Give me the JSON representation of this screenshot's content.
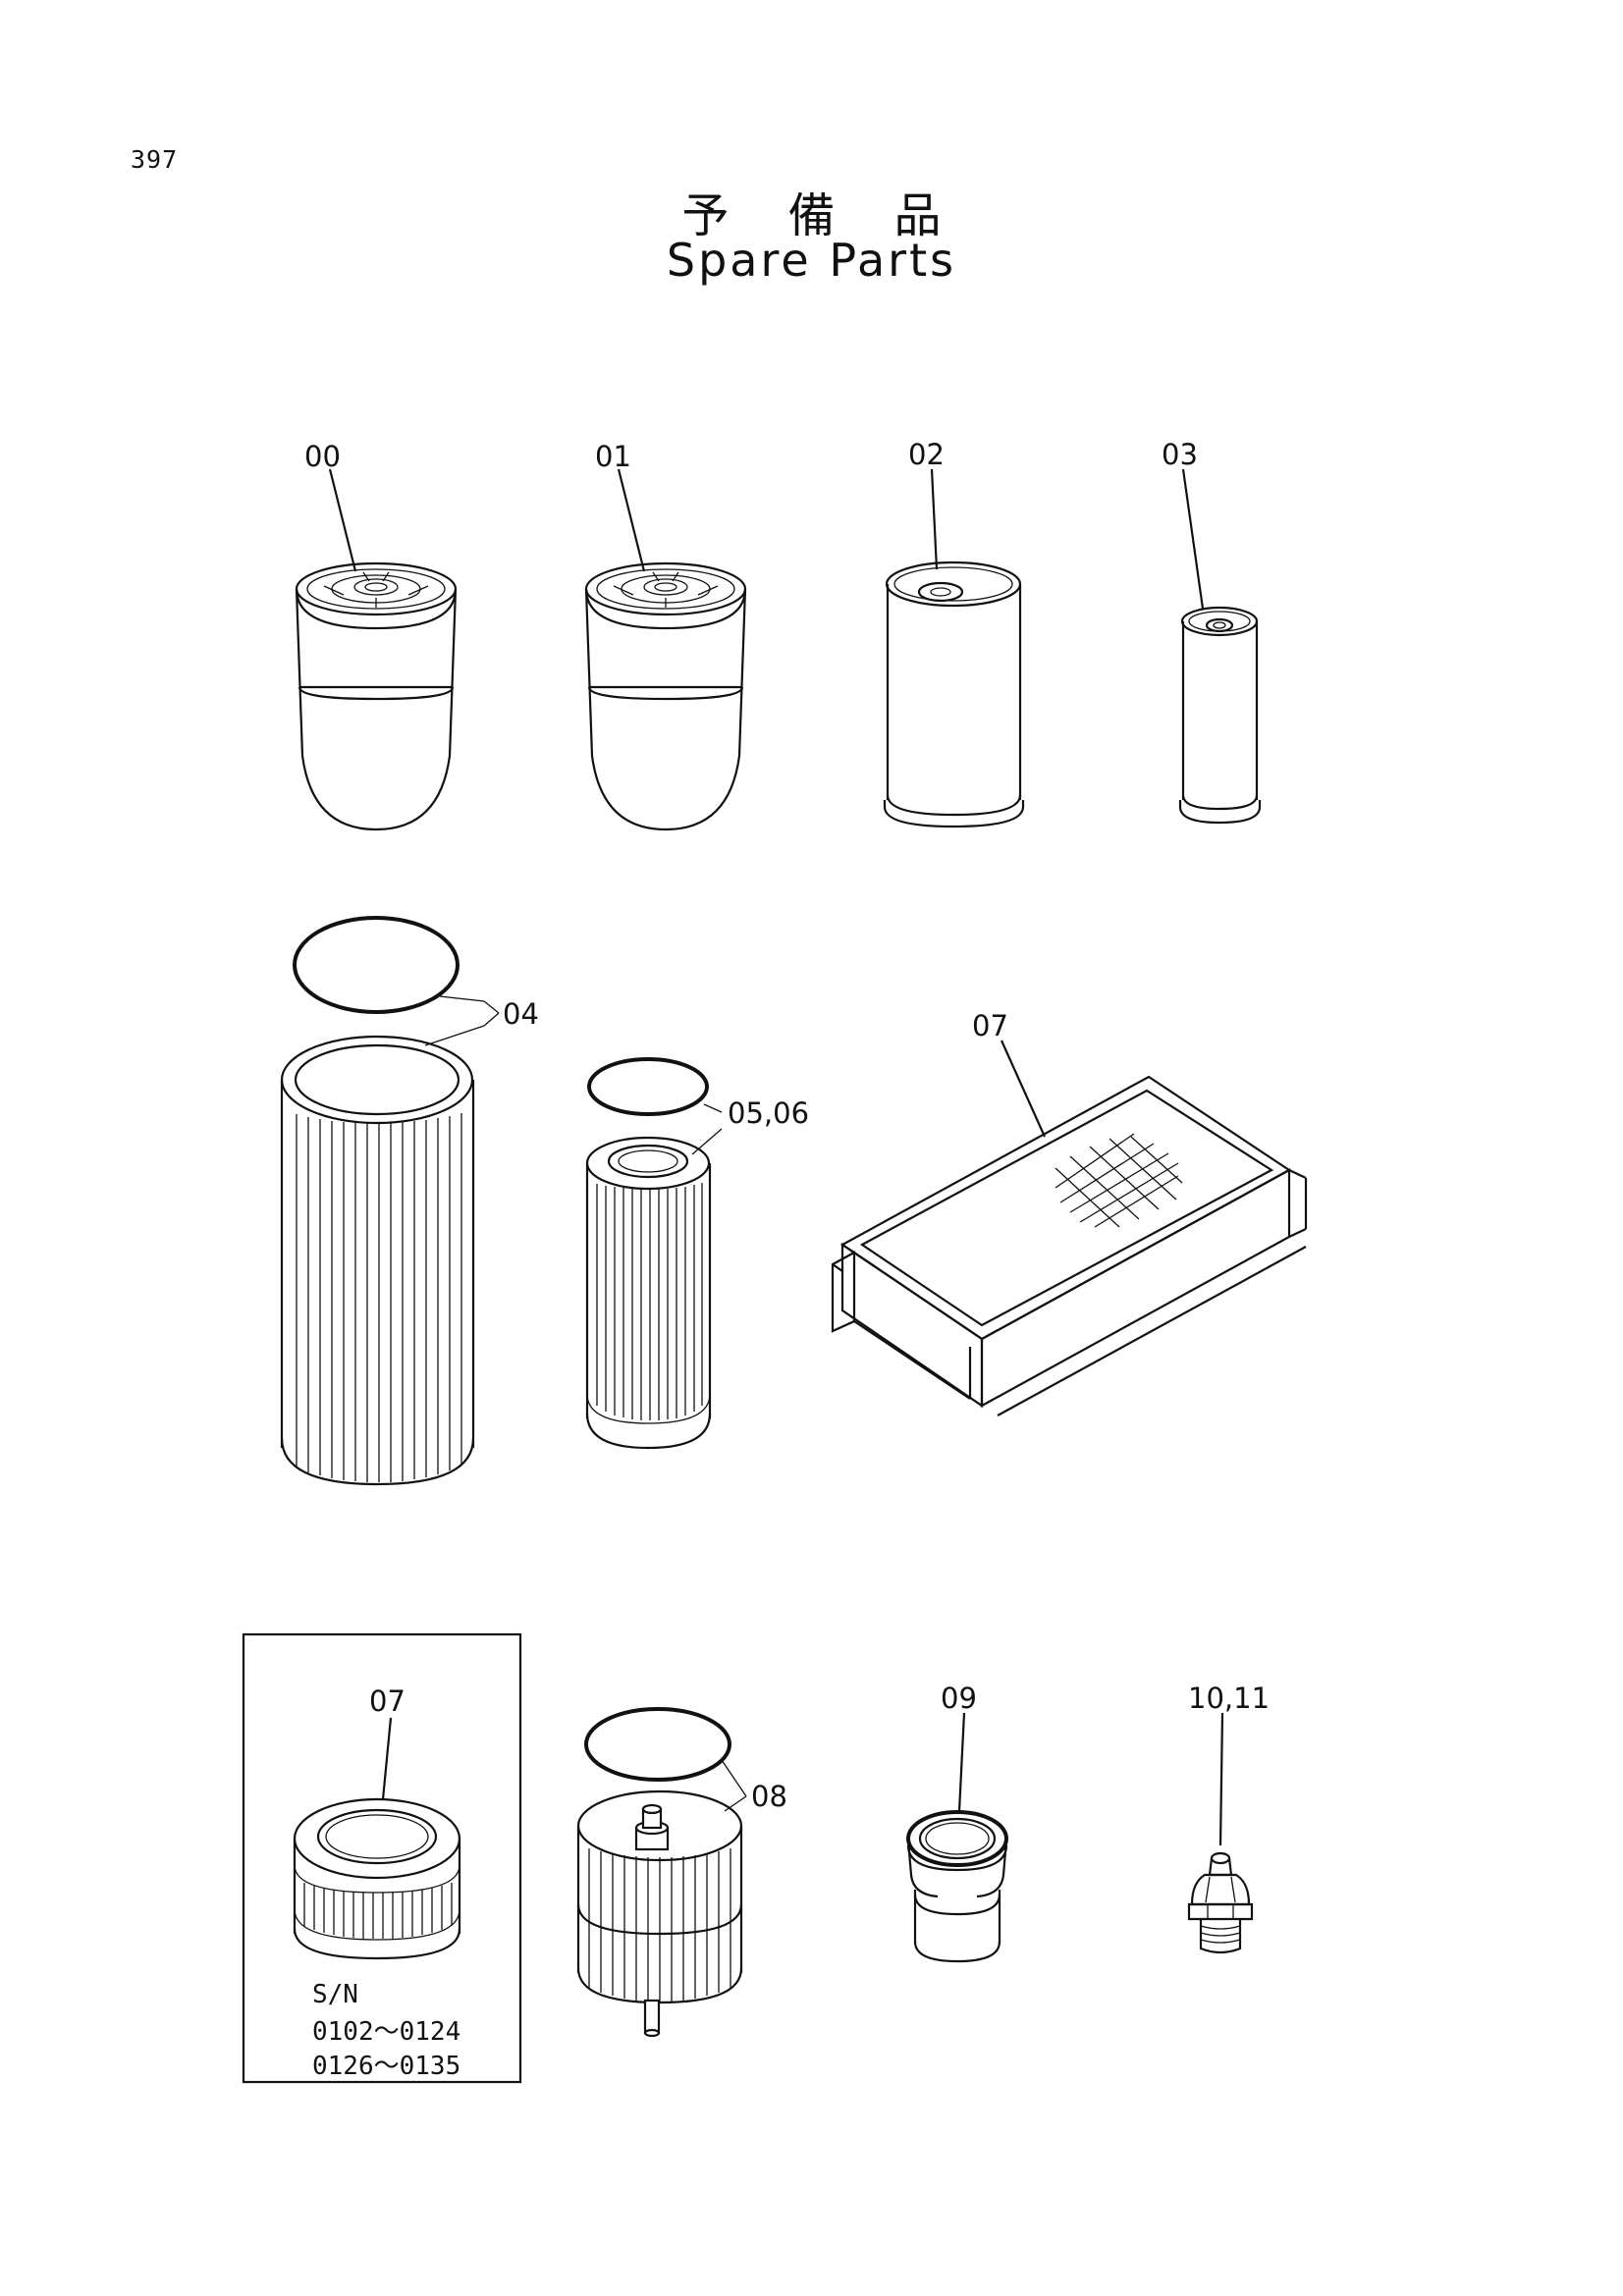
{
  "page_number": "397",
  "title_jp": "予備品",
  "title_en": "Spare Parts",
  "callouts": {
    "p00": "00",
    "p01": "01",
    "p02": "02",
    "p03": "03",
    "p04": "04",
    "p0506": "05,06",
    "p07": "07",
    "p07b": "07",
    "p08": "08",
    "p09": "09",
    "p1011": "10,11"
  },
  "serial_box": {
    "label": "S/N",
    "range1": "0102～0124",
    "range2": "0126～0135"
  }
}
